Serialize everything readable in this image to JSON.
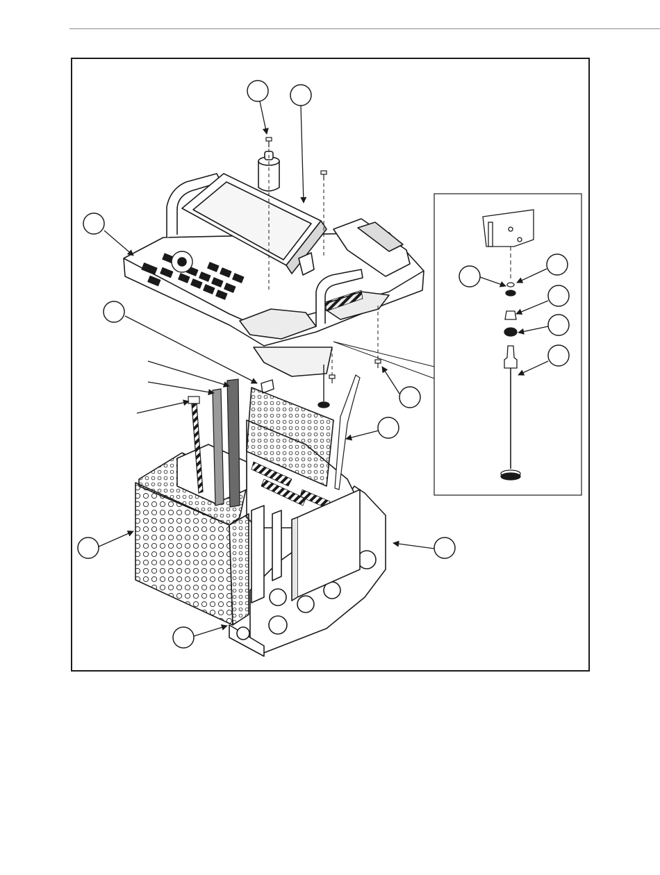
{
  "figure": {
    "title": "",
    "callouts": [
      {
        "id": "callout-1",
        "label": ""
      },
      {
        "id": "callout-2",
        "label": ""
      },
      {
        "id": "callout-3",
        "label": ""
      },
      {
        "id": "callout-4",
        "label": ""
      },
      {
        "id": "callout-5",
        "label": ""
      },
      {
        "id": "callout-6",
        "label": ""
      },
      {
        "id": "callout-7",
        "label": ""
      },
      {
        "id": "callout-8",
        "label": ""
      },
      {
        "id": "callout-9",
        "label": ""
      },
      {
        "id": "callout-10",
        "label": ""
      },
      {
        "id": "callout-11",
        "label": ""
      },
      {
        "id": "callout-12",
        "label": ""
      },
      {
        "id": "callout-13",
        "label": ""
      },
      {
        "id": "callout-14",
        "label": ""
      },
      {
        "id": "callout-15",
        "label": ""
      }
    ]
  },
  "colors": {
    "line": "#1a1a1a",
    "paper": "#ffffff",
    "rule": "#8a8a8a"
  }
}
